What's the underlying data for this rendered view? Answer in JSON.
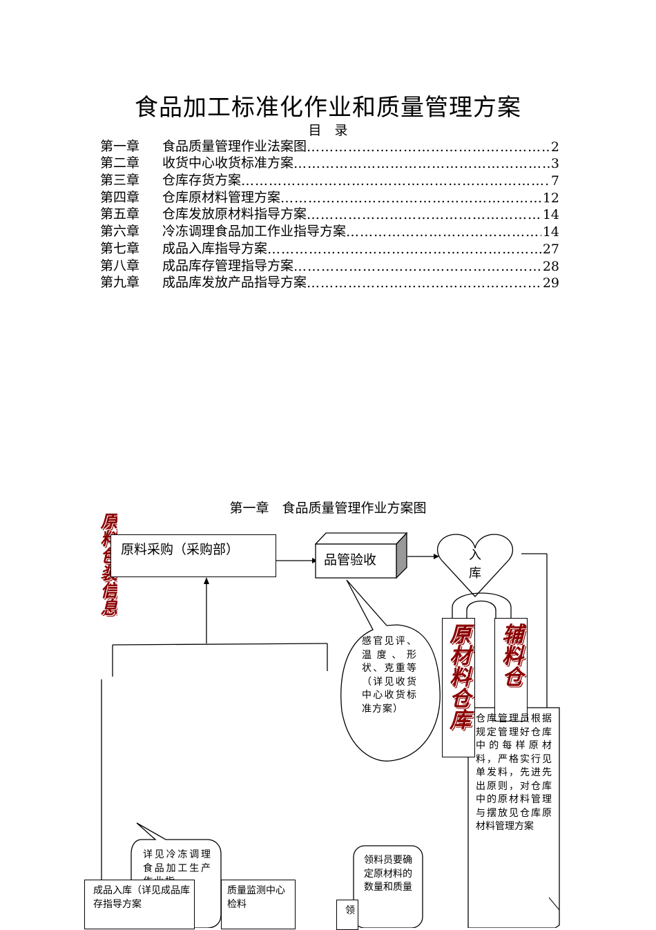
{
  "document": {
    "title": "食品加工标准化作业和质量管理方案",
    "toc_heading": "目　录",
    "toc": [
      {
        "chapter": "第一章",
        "name": "食品质量管理作业法案图",
        "page": "2"
      },
      {
        "chapter": "第二章",
        "name": "收货中心收货标准方案",
        "page": "3"
      },
      {
        "chapter": "第三章",
        "name": "仓库存货方案",
        "page": "7"
      },
      {
        "chapter": "第四章",
        "name": "仓库原材料管理方案",
        "page": "12"
      },
      {
        "chapter": "第五章",
        "name": "仓库发放原材料指导方案",
        "page": "14"
      },
      {
        "chapter": "第六章",
        "name": "冷冻调理食品加工作业指导方案",
        "page": "14"
      },
      {
        "chapter": "第七章",
        "name": "成品入库指导方案",
        "page": "27"
      },
      {
        "chapter": "第八章",
        "name": "成品库存管理指导方案",
        "page": "28"
      },
      {
        "chapter": "第九章",
        "name": "成品库发放产品指导方案",
        "page": "29"
      }
    ],
    "toc_dots": "……………………………………………………………………………………………",
    "section_title": "第一章　食品质量管理作业方案图"
  },
  "flowchart": {
    "side_label": "原料包装信息",
    "purchase": "原料采购（采购部）",
    "inspection": "品管验收",
    "storage_in": "入库",
    "inspection_note": "感官见评、温度、形状、克重等（详见收货中心收货标准方案）",
    "raw_warehouse": "原材料仓库",
    "aux_warehouse": "辅料仓",
    "warehouse_note": "仓库管理员根据规定管理好仓库中的每样原材料，严格实行见单发料，先进先出原则，对仓库中的原材料管理与摆放见仓库原材料管理方案",
    "processing_note": "详见冷冻调理食品加工生产作业指",
    "finished_in": "成品入库（详见成品库存指导方案",
    "quality_center": "质量监测中心检料",
    "picker_note": "领料员要确定原材料的数量和质量",
    "picker_box": "领"
  },
  "colors": {
    "accent_red": "#8b0000"
  }
}
